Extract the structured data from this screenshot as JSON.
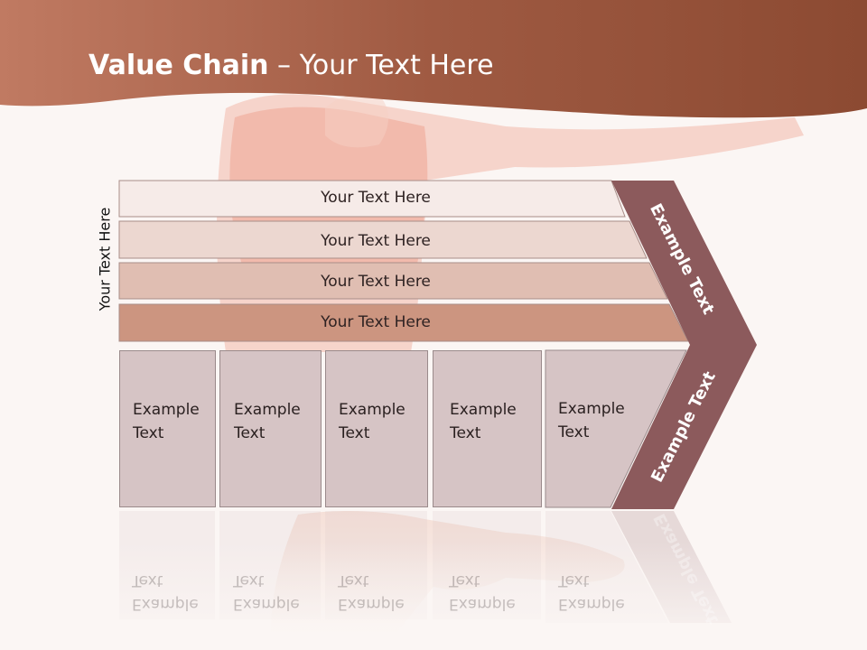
{
  "title": {
    "bold": "Value Chain",
    "rest": " – Your Text Here"
  },
  "side_label": "Your Text Here",
  "bars": [
    {
      "label": "Your Text Here"
    },
    {
      "label": "Your Text Here"
    },
    {
      "label": "Your Text Here"
    },
    {
      "label": "Your Text Here"
    }
  ],
  "boxes": [
    {
      "label": "Example\nText"
    },
    {
      "label": "Example\nText"
    },
    {
      "label": "Example\nText"
    },
    {
      "label": "Example\nText"
    },
    {
      "label": "Example\nText"
    }
  ],
  "chevron": {
    "upper": "Example Text",
    "lower": "Example Text"
  },
  "colors": {
    "header": "#a85d45",
    "chevron": "#8c5a5c",
    "bar1": "#f6ebe8",
    "bar2": "#ecd7d0",
    "bar3": "#e0beb2",
    "bar4": "#cc9580",
    "box": "#d6c4c5"
  }
}
